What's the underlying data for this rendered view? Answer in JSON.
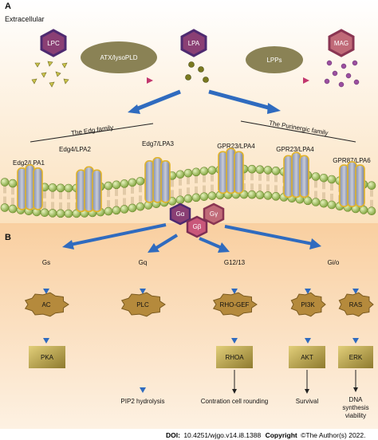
{
  "panel_a": "A",
  "panel_b": "B",
  "extracellular": "Extracellular",
  "top": {
    "lpc": "LPC",
    "lpa": "LPA",
    "mag": "MAG",
    "atx": "ATX/lysoPLD",
    "lpps": "LPPs"
  },
  "families": {
    "edg": "The Edg family",
    "purinergic": "The Purinergic family"
  },
  "receptors": [
    "Edg2/LPA1",
    "Edg4/LPA2",
    "Edg7/LPA3",
    "GPR23/LPA4",
    "GPR23/LPA4",
    "GPR87/LPA6"
  ],
  "g_protein": {
    "alpha": "Gα",
    "gamma": "Gγ",
    "beta": "Gβ"
  },
  "pathways": [
    "Gs",
    "Gq",
    "G12/13",
    "Gi/o"
  ],
  "effectors": {
    "ac": "AC",
    "plc": "PLC",
    "rhogef": "RHO-GEF",
    "pi3k": "PI3K",
    "ras": "RAS"
  },
  "kinases": {
    "pka": "PKA",
    "rhoa": "RHOA",
    "akt": "AKT",
    "erk": "ERK"
  },
  "outcomes": {
    "pip2": "PIP2 hydrolysis",
    "cell": "Contration cell rounding",
    "survival": "Survival",
    "dna": [
      "DNA",
      "synthesis",
      "viability"
    ]
  },
  "footer": {
    "doi_label": "DOI:",
    "doi_value": "10.4251/wjgo.v14.i8.1388",
    "copyright_label": "Copyright",
    "copyright_value": "©The Author(s) 2022."
  },
  "colors": {
    "hexagon": "#8a3f74",
    "hexagon_mag": "#c06a78",
    "enzyme_ellipse": "#8a8255",
    "gold_box": "#bfa54a",
    "arrow_blue": "#2f6bbf",
    "arrow_pink": "#c2376e",
    "membrane_head": "#9bbf55"
  }
}
